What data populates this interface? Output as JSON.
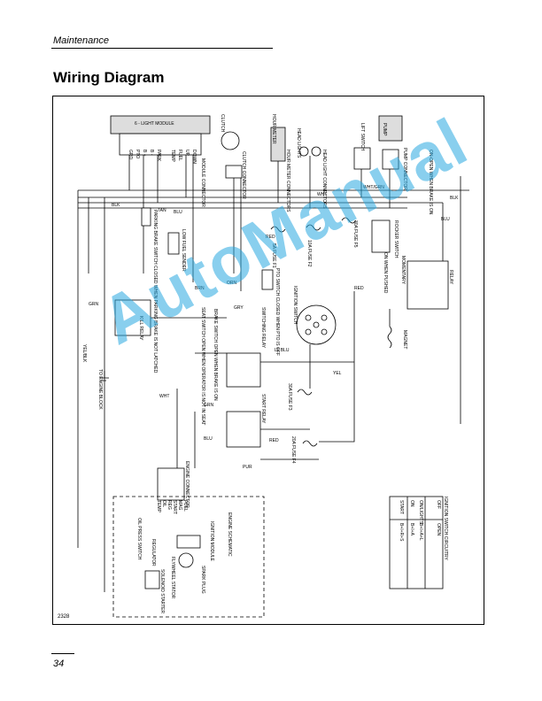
{
  "header": {
    "section": "Maintenance",
    "title": "Wiring Diagram"
  },
  "footer": {
    "page_number": "34",
    "figure_id": "2328"
  },
  "watermark": "AutoManual",
  "modules": {
    "light_module": "6 - LIGHT MODULE",
    "clutch": "CLUTCH",
    "hour_meter": "HOUR METER",
    "head_lights": "HEAD LIGHTS",
    "lift_switch": "LIFT SWITCH",
    "pump": "PUMP",
    "module_connector": "MODULE CONNECTOR",
    "clutch_connector": "CLUTCH CONNECTOR",
    "hour_meter_connectors": "HOUR METER CONNECTORS",
    "head_light_connectors": "HEAD LIGHT CONNECTORS",
    "pump_connector": "PUMP CONNECTOR",
    "brake_switch_note": "ON-OPEN WHEN BRAKE IS ON",
    "parking_brake_switch": "PARKING BRAKE SWITCH CLOSED WHEN PARKING BRAKE IS NOT LATCHED",
    "low_fuel_sender": "LOW FUEL SENDER",
    "pto_switch": "PTO SWITCH CLOSED WHEN PTO IS OFF",
    "ignition_switch": "IGNITION SWITCH",
    "rocker_switch": "ROCKER SWITCH",
    "on_when_pushed": "ON WHEN PUSHED",
    "momentary": "MOMENTARY",
    "relay": "RELAY",
    "magnet": "MAGNET",
    "kill_relay": "KILL RELAY",
    "brake_switch_open": "BRAKE SWITCH OPEN WHEN BRAKE IS ON",
    "seat_switch": "SEAT SWITCH OPEN WHEN OPERATOR IS NOT IN SEAT",
    "switching_relay": "SWITCHING RELAY",
    "start_relay": "START RELAY",
    "engine_connector": "ENGINE CONNECTOR",
    "engine_schematic": "ENGINE SCHEMATIC",
    "ignition_module": "IGNITION MODULE",
    "oil_pressure_switch": "OIL PRESS SWITCH",
    "regulator": "REGULATOR",
    "starter": "SOLENOID STARTER",
    "flywheel_stator": "FLYWHEEL STATOR",
    "spark_plug": "SPARK PLUG",
    "to_engine_block": "TO ENGINE BLOCK"
  },
  "module_pins": [
    "DOWN",
    "UP",
    "FUEL",
    "TEMP",
    "PARK",
    "B -",
    "B +",
    "PTO",
    "GRD"
  ],
  "engine_pins": [
    "FUEL",
    "MAG",
    "START",
    "REG",
    "OIL",
    "TEMP"
  ],
  "fuses": [
    "5A FUSE F1",
    "10A FUSE F2",
    "30A FUSE F3",
    "20A FUSE F4",
    "30A FUSE F5"
  ],
  "wire_colors": [
    "BLK",
    "BLU",
    "TAN",
    "WHT",
    "RED",
    "ORN",
    "GRN",
    "BRN",
    "YEL",
    "PUR",
    "LT BLU",
    "WHT/GRN",
    "YEL/BLK",
    "GRY"
  ],
  "ignition_table": {
    "title": "IGNITION SWITCH CIRCUITRY",
    "headers": [
      "OFF",
      "OPEN"
    ],
    "rows": [
      [
        "ON/LIGHTS",
        "B+I+A+L"
      ],
      [
        "ON",
        "B+I+A"
      ],
      [
        "START",
        "B+I+R+S"
      ]
    ]
  }
}
